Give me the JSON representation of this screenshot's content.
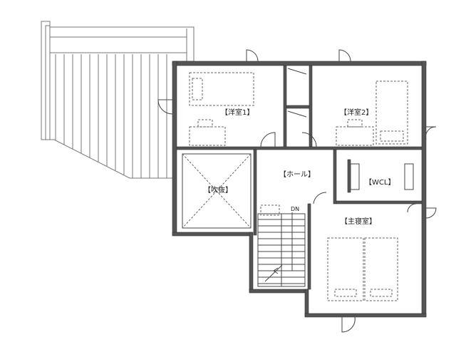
{
  "rooms": {
    "bedroom1": "【洋室1】",
    "bedroom2": "【洋室2】",
    "hall": "【ホール】",
    "wcl": "【WCL】",
    "master_bedroom": "【主寝室】",
    "void": "【吹抜】"
  },
  "stair_label": "DN",
  "colors": {
    "wall": "#555555",
    "line": "#444444",
    "furniture": "#666666"
  }
}
